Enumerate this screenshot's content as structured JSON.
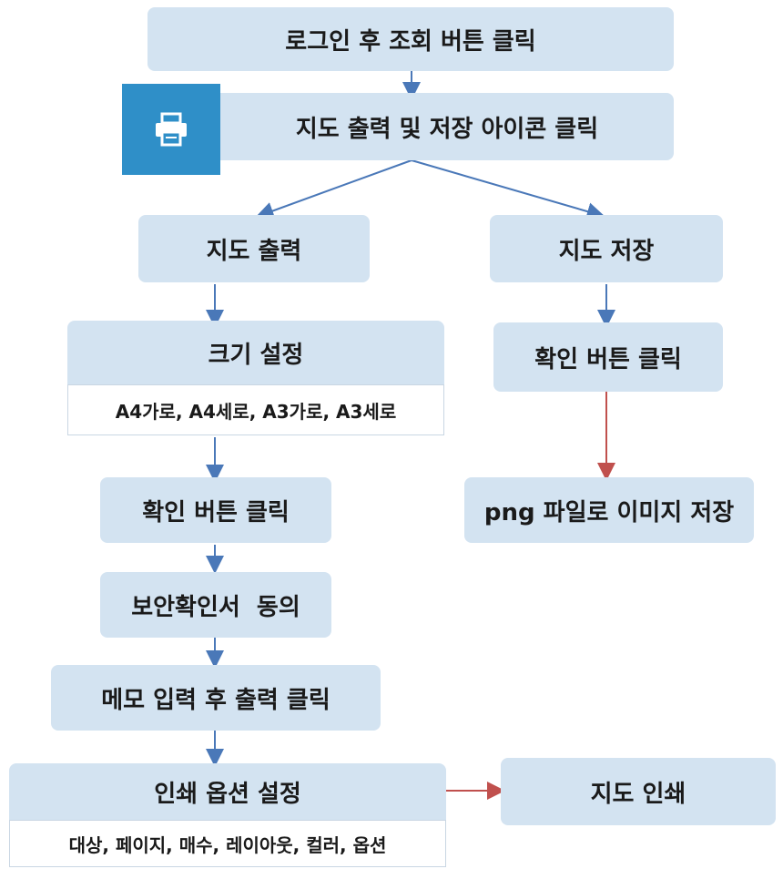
{
  "steps": {
    "login": "로그인 후 조회 버튼 클릭",
    "icon_click": "지도 출력 및 저장 아이콘 클릭",
    "print": "지도 출력",
    "save": "지도 저장",
    "size_setting": "크기 설정",
    "size_options": "A4가로, A4세로, A3가로, A3세로",
    "confirm_left": "확인 버튼 클릭",
    "confirm_right": "확인 버튼 클릭",
    "png_save": "png 파일로 이미지 저장",
    "security_agree": "보안확인서  동의",
    "memo_print": "메모 입력 후 출력 클릭",
    "print_options": "인쇄 옵션 설정",
    "print_options_detail": "대상, 페이지, 매수, 레이아웃, 컬러, 옵션",
    "map_print": "지도 인쇄"
  },
  "icon": "printer-icon",
  "colors": {
    "box": "#d3e3f1",
    "arrow_blue": "#4a78b8",
    "arrow_red": "#c0504d",
    "icon_bg": "#2f8fc8"
  }
}
